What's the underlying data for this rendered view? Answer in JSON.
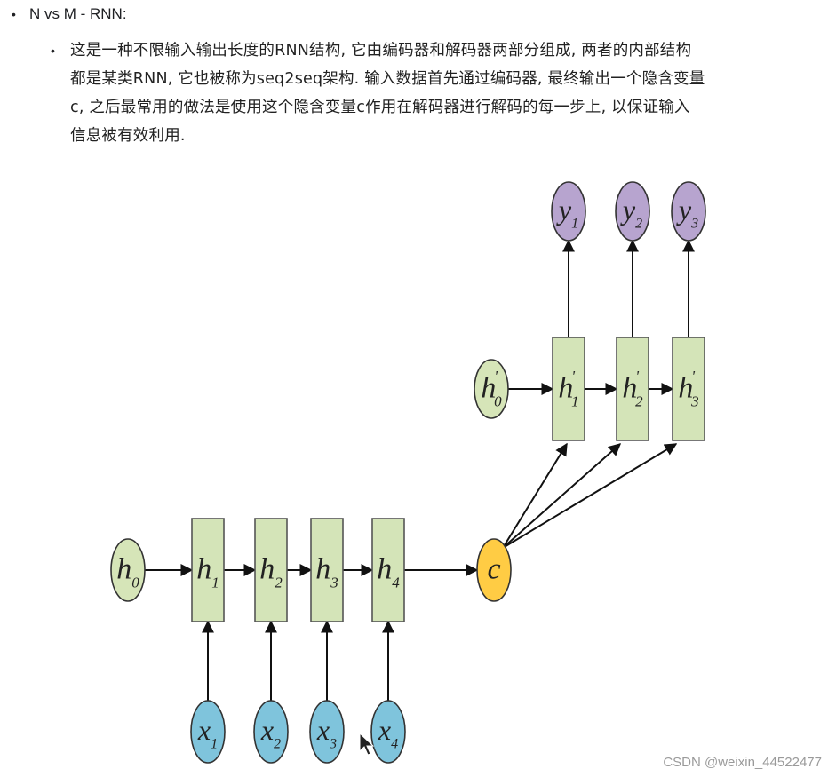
{
  "heading": {
    "bullet": "•",
    "title": "N vs M - RNN:"
  },
  "description": {
    "bullet": "•",
    "lines": [
      "这是一种不限输入输出长度的RNN结构, 它由编码器和解码器两部分组成, 两者的内部结构",
      "都是某类RNN, 它也被称为seq2seq架构. 输入数据首先通过编码器, 最终输出一个隐含变量",
      "c, 之后最常用的做法是使用这个隐含变量c作用在解码器进行解码的每一步上, 以保证输入",
      "信息被有效利用."
    ]
  },
  "diagram": {
    "encoder_initial": {
      "base": "h",
      "sub": "0"
    },
    "encoder_states": [
      {
        "base": "h",
        "sub": "1"
      },
      {
        "base": "h",
        "sub": "2"
      },
      {
        "base": "h",
        "sub": "3"
      },
      {
        "base": "h",
        "sub": "4"
      }
    ],
    "inputs": [
      {
        "base": "x",
        "sub": "1"
      },
      {
        "base": "x",
        "sub": "2"
      },
      {
        "base": "x",
        "sub": "3"
      },
      {
        "base": "x",
        "sub": "4"
      }
    ],
    "context": {
      "base": "c"
    },
    "decoder_initial": {
      "base": "h",
      "sup": "'",
      "sub": "0"
    },
    "decoder_states": [
      {
        "base": "h",
        "sup": "'",
        "sub": "1"
      },
      {
        "base": "h",
        "sup": "'",
        "sub": "2"
      },
      {
        "base": "h",
        "sup": "'",
        "sub": "3"
      }
    ],
    "outputs": [
      {
        "base": "y",
        "sub": "1"
      },
      {
        "base": "y",
        "sub": "2"
      },
      {
        "base": "y",
        "sub": "3"
      }
    ],
    "colors": {
      "state_fill": "#d4e4b8",
      "state_stroke": "#555555",
      "h0_fill": "#d6e5b8",
      "input_fill": "#7fc4dc",
      "output_fill": "#b7a4cf",
      "context_fill": "#ffcc44",
      "arrow": "#111111"
    }
  },
  "watermark": "CSDN @weixin_44522477"
}
